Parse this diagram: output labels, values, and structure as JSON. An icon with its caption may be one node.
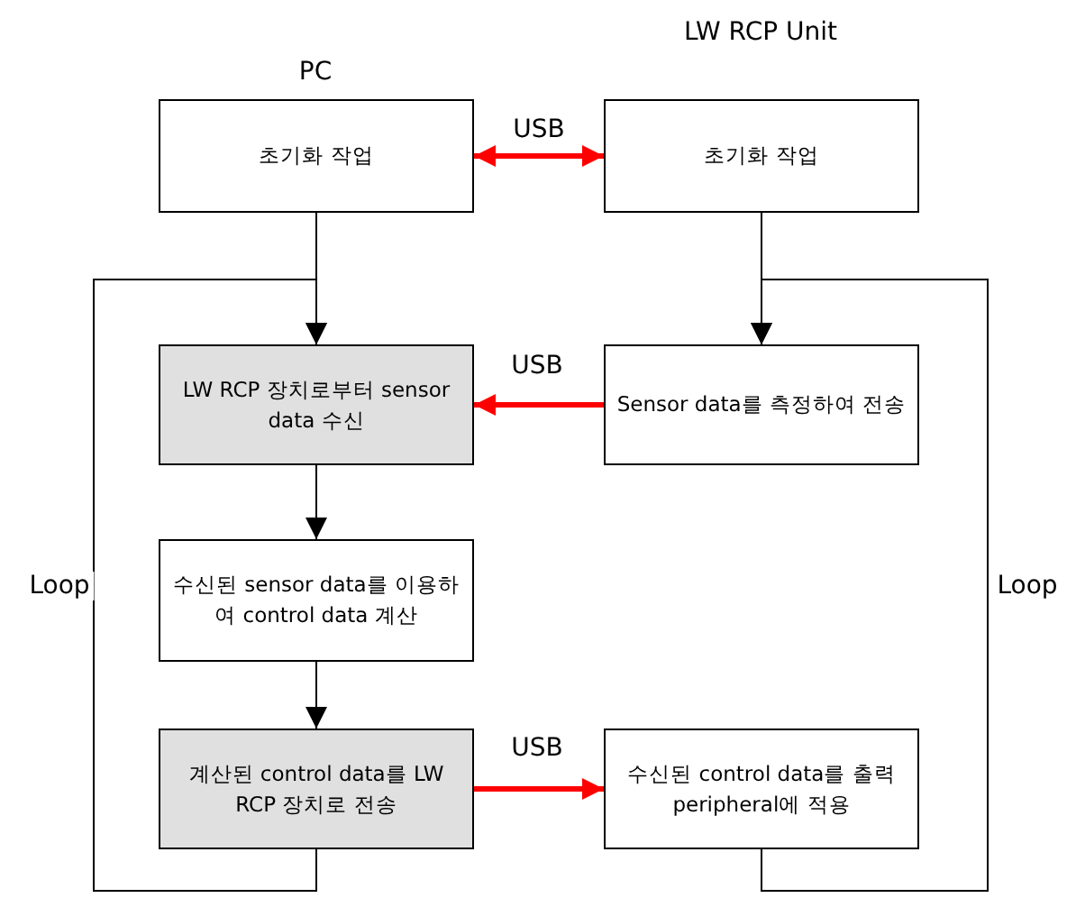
{
  "diagram": {
    "nodes": [
      {
        "text": [
          "초기화 작업"
        ],
        "beside": [
          "PC"
        ]
      },
      {
        "text": [
          "초기화 작업"
        ],
        "beside": [
          "LW RCP Unit"
        ]
      },
      {
        "text": [
          "LW RCP 장치로부터 sensor data 수신"
        ]
      },
      {
        "text": [
          "Sensor data를 측정하여 전송"
        ]
      },
      {
        "text": [
          "수신된 sensor data를 이용하여 control data 계산"
        ]
      },
      {
        "text": [
          "계산된 control data를 LW RCP 장치로 전송"
        ]
      },
      {
        "text": [
          "수신된 control data를 출력 peripheral에 적용"
        ]
      }
    ],
    "edges": [
      {
        "from": 0,
        "to": 1,
        "arrow": "both",
        "label": "USB",
        "style": "thick",
        "color": "#ff0000"
      },
      {
        "from": 0,
        "to": 2,
        "arrow": "to"
      },
      {
        "from": 1,
        "to": 3,
        "arrow": "to"
      },
      {
        "from": 3,
        "to": 2,
        "arrow": "to",
        "label": "USB",
        "style": "thick",
        "color": "#ff0000"
      },
      {
        "from": 2,
        "to": 4,
        "arrow": "to"
      },
      {
        "from": 4,
        "to": 5,
        "arrow": "to"
      },
      {
        "from": 5,
        "to": 6,
        "arrow": "to",
        "label": "USB",
        "style": "thick",
        "color": "#ff0000"
      },
      {
        "from": 5,
        "to": 2,
        "arrow": "to",
        "label": "Loop"
      },
      {
        "from": 6,
        "to": 3,
        "arrow": "to",
        "label": "Loop"
      }
    ]
  }
}
